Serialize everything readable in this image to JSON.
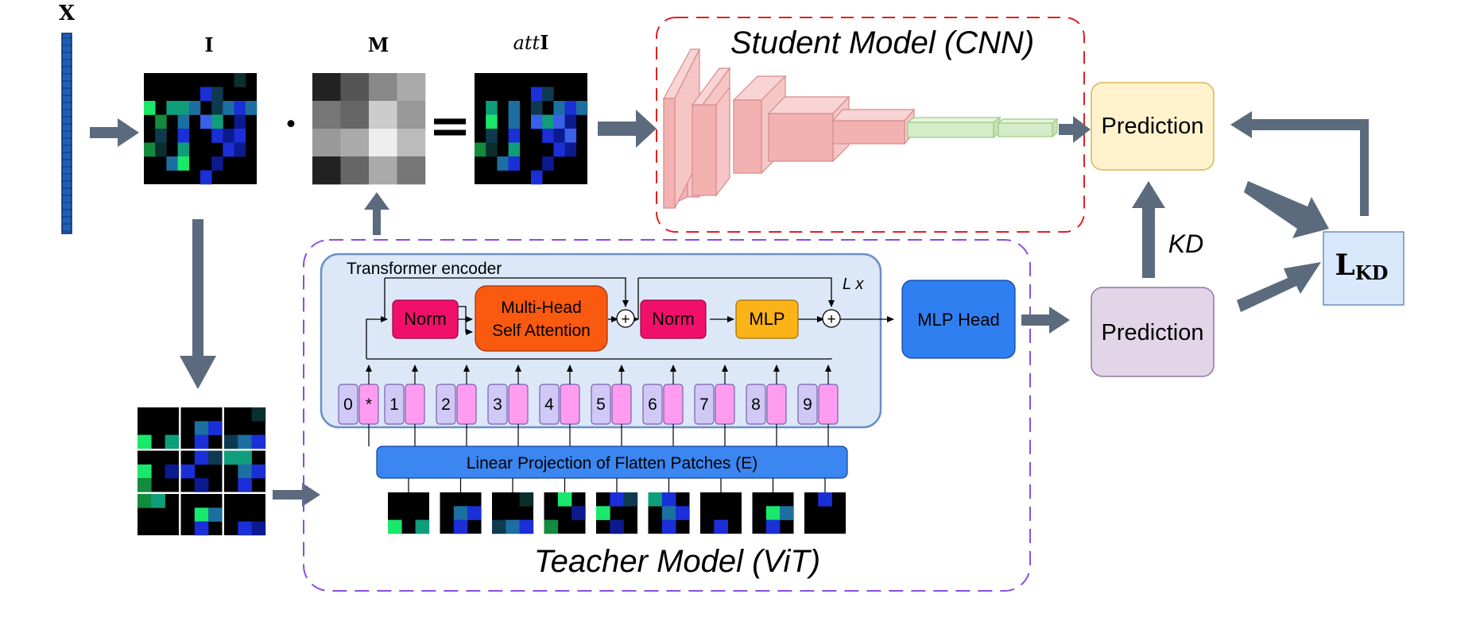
{
  "labels": {
    "x_vector": "X",
    "image": "I",
    "mask": "M",
    "att_prefix": "att",
    "att_suffix": "I",
    "dot": "·",
    "equals": "=",
    "student_title": "Student Model (CNN)",
    "teacher_title": "Teacher Model (ViT)",
    "transformer_encoder": "Transformer encoder",
    "norm1": "Norm",
    "mhsa_line1": "Multi-Head",
    "mhsa_line2": "Self Attention",
    "norm2": "Norm",
    "mlp": "MLP",
    "lx": "L x",
    "plus": "+",
    "mlp_head": "MLP Head",
    "linear_projection": "Linear Projection of Flatten Patches (E)",
    "prediction_student": "Prediction",
    "prediction_teacher": "Prediction",
    "kd": "KD",
    "loss_main": "L",
    "loss_sub": "KD"
  },
  "tokens": [
    "0",
    "*",
    "1",
    "2",
    "3",
    "4",
    "5",
    "6",
    "7",
    "8",
    "9"
  ],
  "colors": {
    "student_border": "#e02020",
    "teacher_border": "#8a4ee0",
    "encoder_fill": "#dce8f8",
    "encoder_border": "#6a8fc8",
    "norm_fill": "#f0106a",
    "mhsa_fill": "#f95a10",
    "mlp_fill": "#fbb317",
    "mlp_head_fill": "#2f7ff0",
    "linear_fill": "#3b86f0",
    "pred_student_fill": "#fff2cc",
    "pred_teacher_fill": "#e1d5e7",
    "loss_fill": "#dae8fc",
    "arrow": "#5b6b7d",
    "cnn_block": "#f6c6c6",
    "cnn_fc": "#d5ecc9",
    "token_pos": "#d0c9f6",
    "token_emb": "#ff9cf0"
  }
}
